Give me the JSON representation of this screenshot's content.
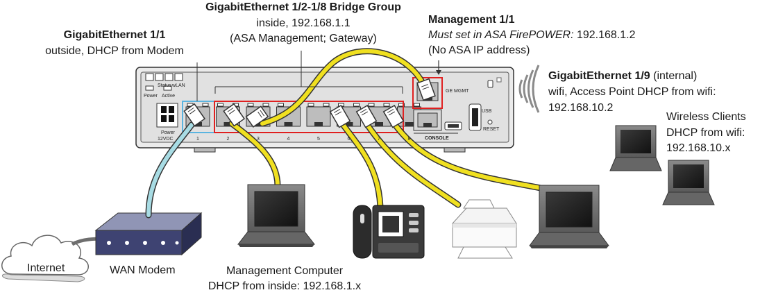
{
  "labels": {
    "bridge_group": {
      "title": "GigabitEthernet 1/2-1/8 Bridge Group",
      "line1": "inside, 192.168.1.1",
      "line2": "(ASA Management; Gateway)"
    },
    "outside": {
      "title": "GigabitEthernet 1/1",
      "line1": "outside, DHCP from Modem"
    },
    "management": {
      "title": "Management 1/1",
      "line1_italic": "Must set in ASA FirePOWER:",
      "line1_value": " 192.168.1.2",
      "line2": "(No ASA IP address)"
    },
    "internal": {
      "title": "GigabitEthernet 1/9",
      "title_suffix": " (internal)",
      "line1": "wifi, Access Point DHCP from wifi:",
      "line2": "192.168.10.2"
    },
    "wireless": {
      "line1": "Wireless Clients",
      "line2": "DHCP from wifi:",
      "line3": "192.168.10.x"
    },
    "internet": "Internet",
    "wan_modem": "WAN Modem",
    "mgmt_computer": {
      "line1": "Management Computer",
      "line2": "DHCP from inside: 192.168.1.x"
    }
  },
  "device": {
    "led_status": "Status",
    "led_wlan": "wLAN",
    "led_power": "Power",
    "led_active": "Active",
    "power_label": "Power",
    "power_voltage": "12VDC",
    "port_numbers": [
      "1",
      "2",
      "3",
      "4",
      "5",
      "6",
      "7",
      "8"
    ],
    "ge_mgmt": "GE MGMT",
    "console": "CONSOLE",
    "usb": "USB",
    "reset": "RESET"
  },
  "colors": {
    "device_body": "#e4e4e4",
    "bridge_group_box": "#e02020",
    "outside_port_box": "#5ab4e0",
    "mgmt_port_box": "#e02020",
    "ethernet_cable": "#f0e020",
    "outside_cable": "#a8dce4",
    "wifi_waves": "#8a8a8a"
  }
}
